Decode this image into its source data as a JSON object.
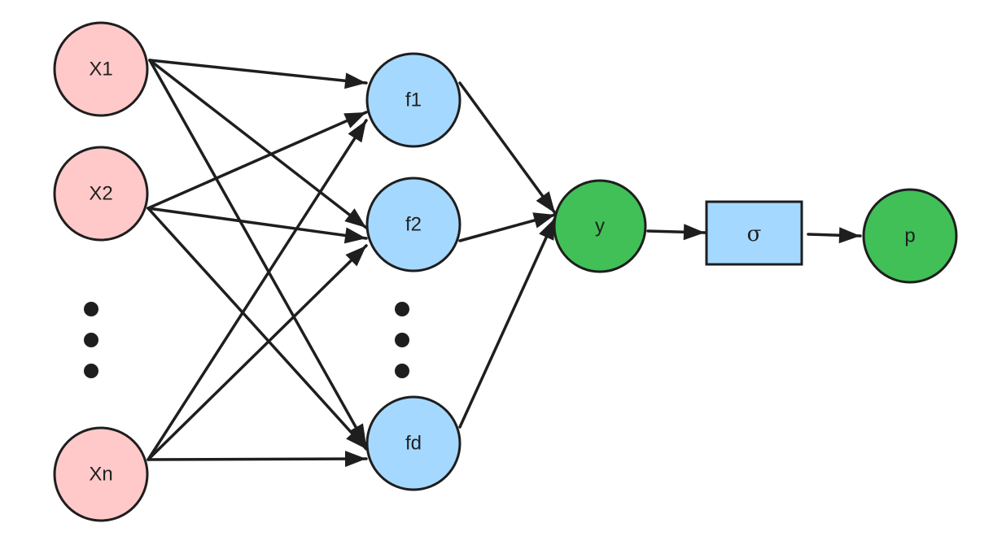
{
  "colors": {
    "input_fill": "#ffc9c9",
    "feature_fill": "#a5d8ff",
    "output_fill": "#40c057",
    "sigma_fill": "#a5d8ff",
    "stroke": "#1e1e1e"
  },
  "inputs": [
    {
      "key": "x1",
      "label": "X1"
    },
    {
      "key": "x2",
      "label": "X2"
    },
    {
      "key": "xn",
      "label": "Xn"
    }
  ],
  "features": [
    {
      "key": "f1",
      "label": "f1"
    },
    {
      "key": "f2",
      "label": "f2"
    },
    {
      "key": "fd",
      "label": "fd"
    }
  ],
  "sum_node": {
    "key": "y",
    "label": "y"
  },
  "activation": {
    "key": "sigma",
    "label": "σ"
  },
  "output": {
    "key": "p",
    "label": "p"
  },
  "edges": [
    [
      "x1",
      "f1"
    ],
    [
      "x1",
      "f2"
    ],
    [
      "x1",
      "fd"
    ],
    [
      "x2",
      "f1"
    ],
    [
      "x2",
      "f2"
    ],
    [
      "x2",
      "fd"
    ],
    [
      "xn",
      "f1"
    ],
    [
      "xn",
      "f2"
    ],
    [
      "xn",
      "fd"
    ],
    [
      "f1",
      "y"
    ],
    [
      "f2",
      "y"
    ],
    [
      "fd",
      "y"
    ],
    [
      "y",
      "sigma"
    ],
    [
      "sigma",
      "p"
    ]
  ]
}
